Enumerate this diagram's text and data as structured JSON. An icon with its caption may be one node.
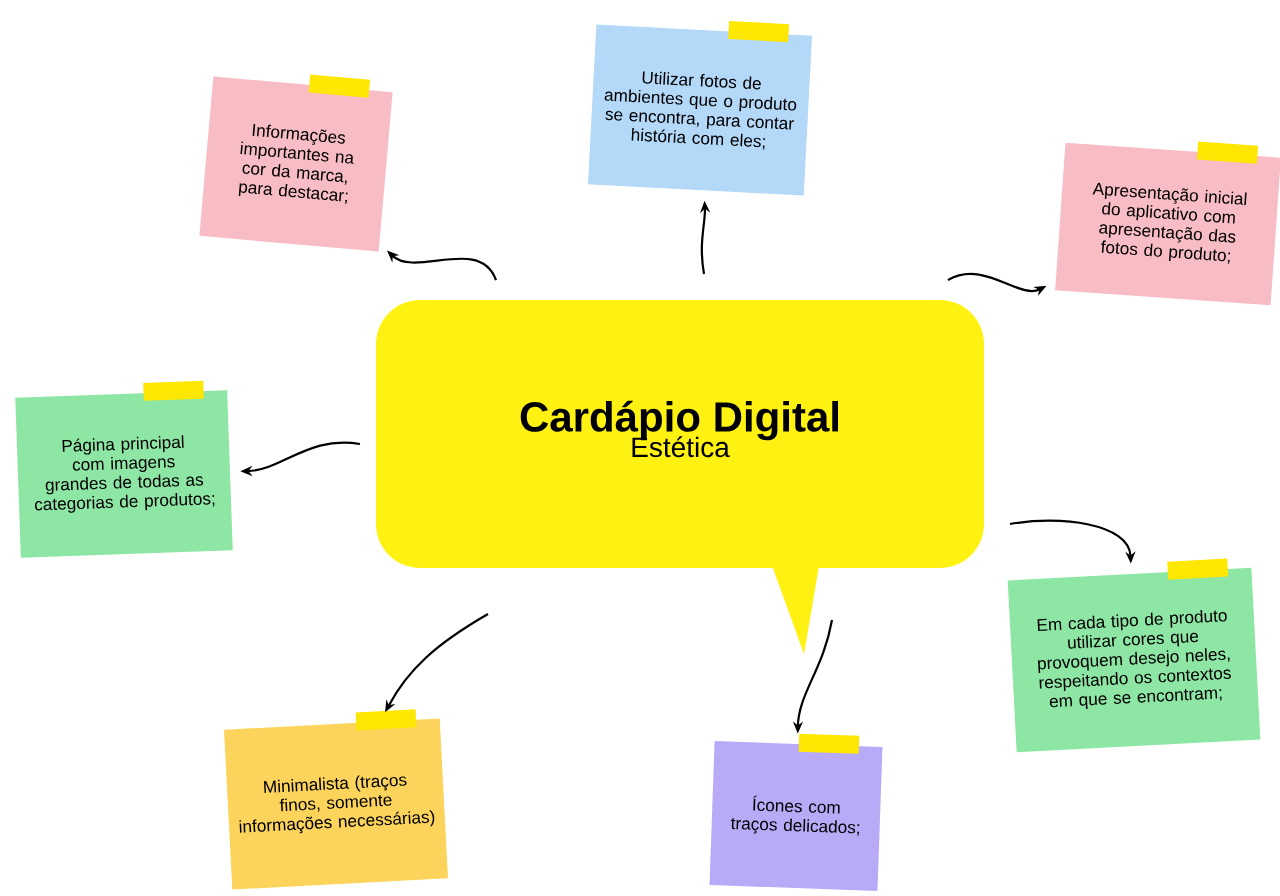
{
  "diagram": {
    "nodes": [
      {
        "text": [
          "Cardápio Digital",
          "Estética"
        ]
      },
      {
        "text": [
          "Informações importantes na cor da marca, para destacar;"
        ]
      },
      {
        "text": [
          "Utilizar fotos de ambientes que o produto se encontra, para contar história com eles;"
        ]
      },
      {
        "text": [
          "Apresentação inicial do aplicativo com apresentação das fotos do produto;"
        ]
      },
      {
        "text": [
          "Página principal com imagens grandes de todas as categorias de produtos;"
        ]
      },
      {
        "text": [
          "Em cada tipo de produto utilizar cores que provoquem desejo neles, respeitando os contextos em que se encontram;"
        ]
      },
      {
        "text": [
          "Minimalista (traços finos, somente informações necessárias)"
        ]
      },
      {
        "text": [
          "Ícones com traços delicados;"
        ]
      }
    ],
    "edges": [
      {
        "from": 0,
        "to": 1,
        "arrow": "to"
      },
      {
        "from": 0,
        "to": 2,
        "arrow": "to"
      },
      {
        "from": 0,
        "to": 3,
        "arrow": "to"
      },
      {
        "from": 0,
        "to": 4,
        "arrow": "to"
      },
      {
        "from": 0,
        "to": 5,
        "arrow": "to"
      },
      {
        "from": 0,
        "to": 6,
        "arrow": "to"
      },
      {
        "from": 0,
        "to": 7,
        "arrow": "to"
      }
    ]
  }
}
